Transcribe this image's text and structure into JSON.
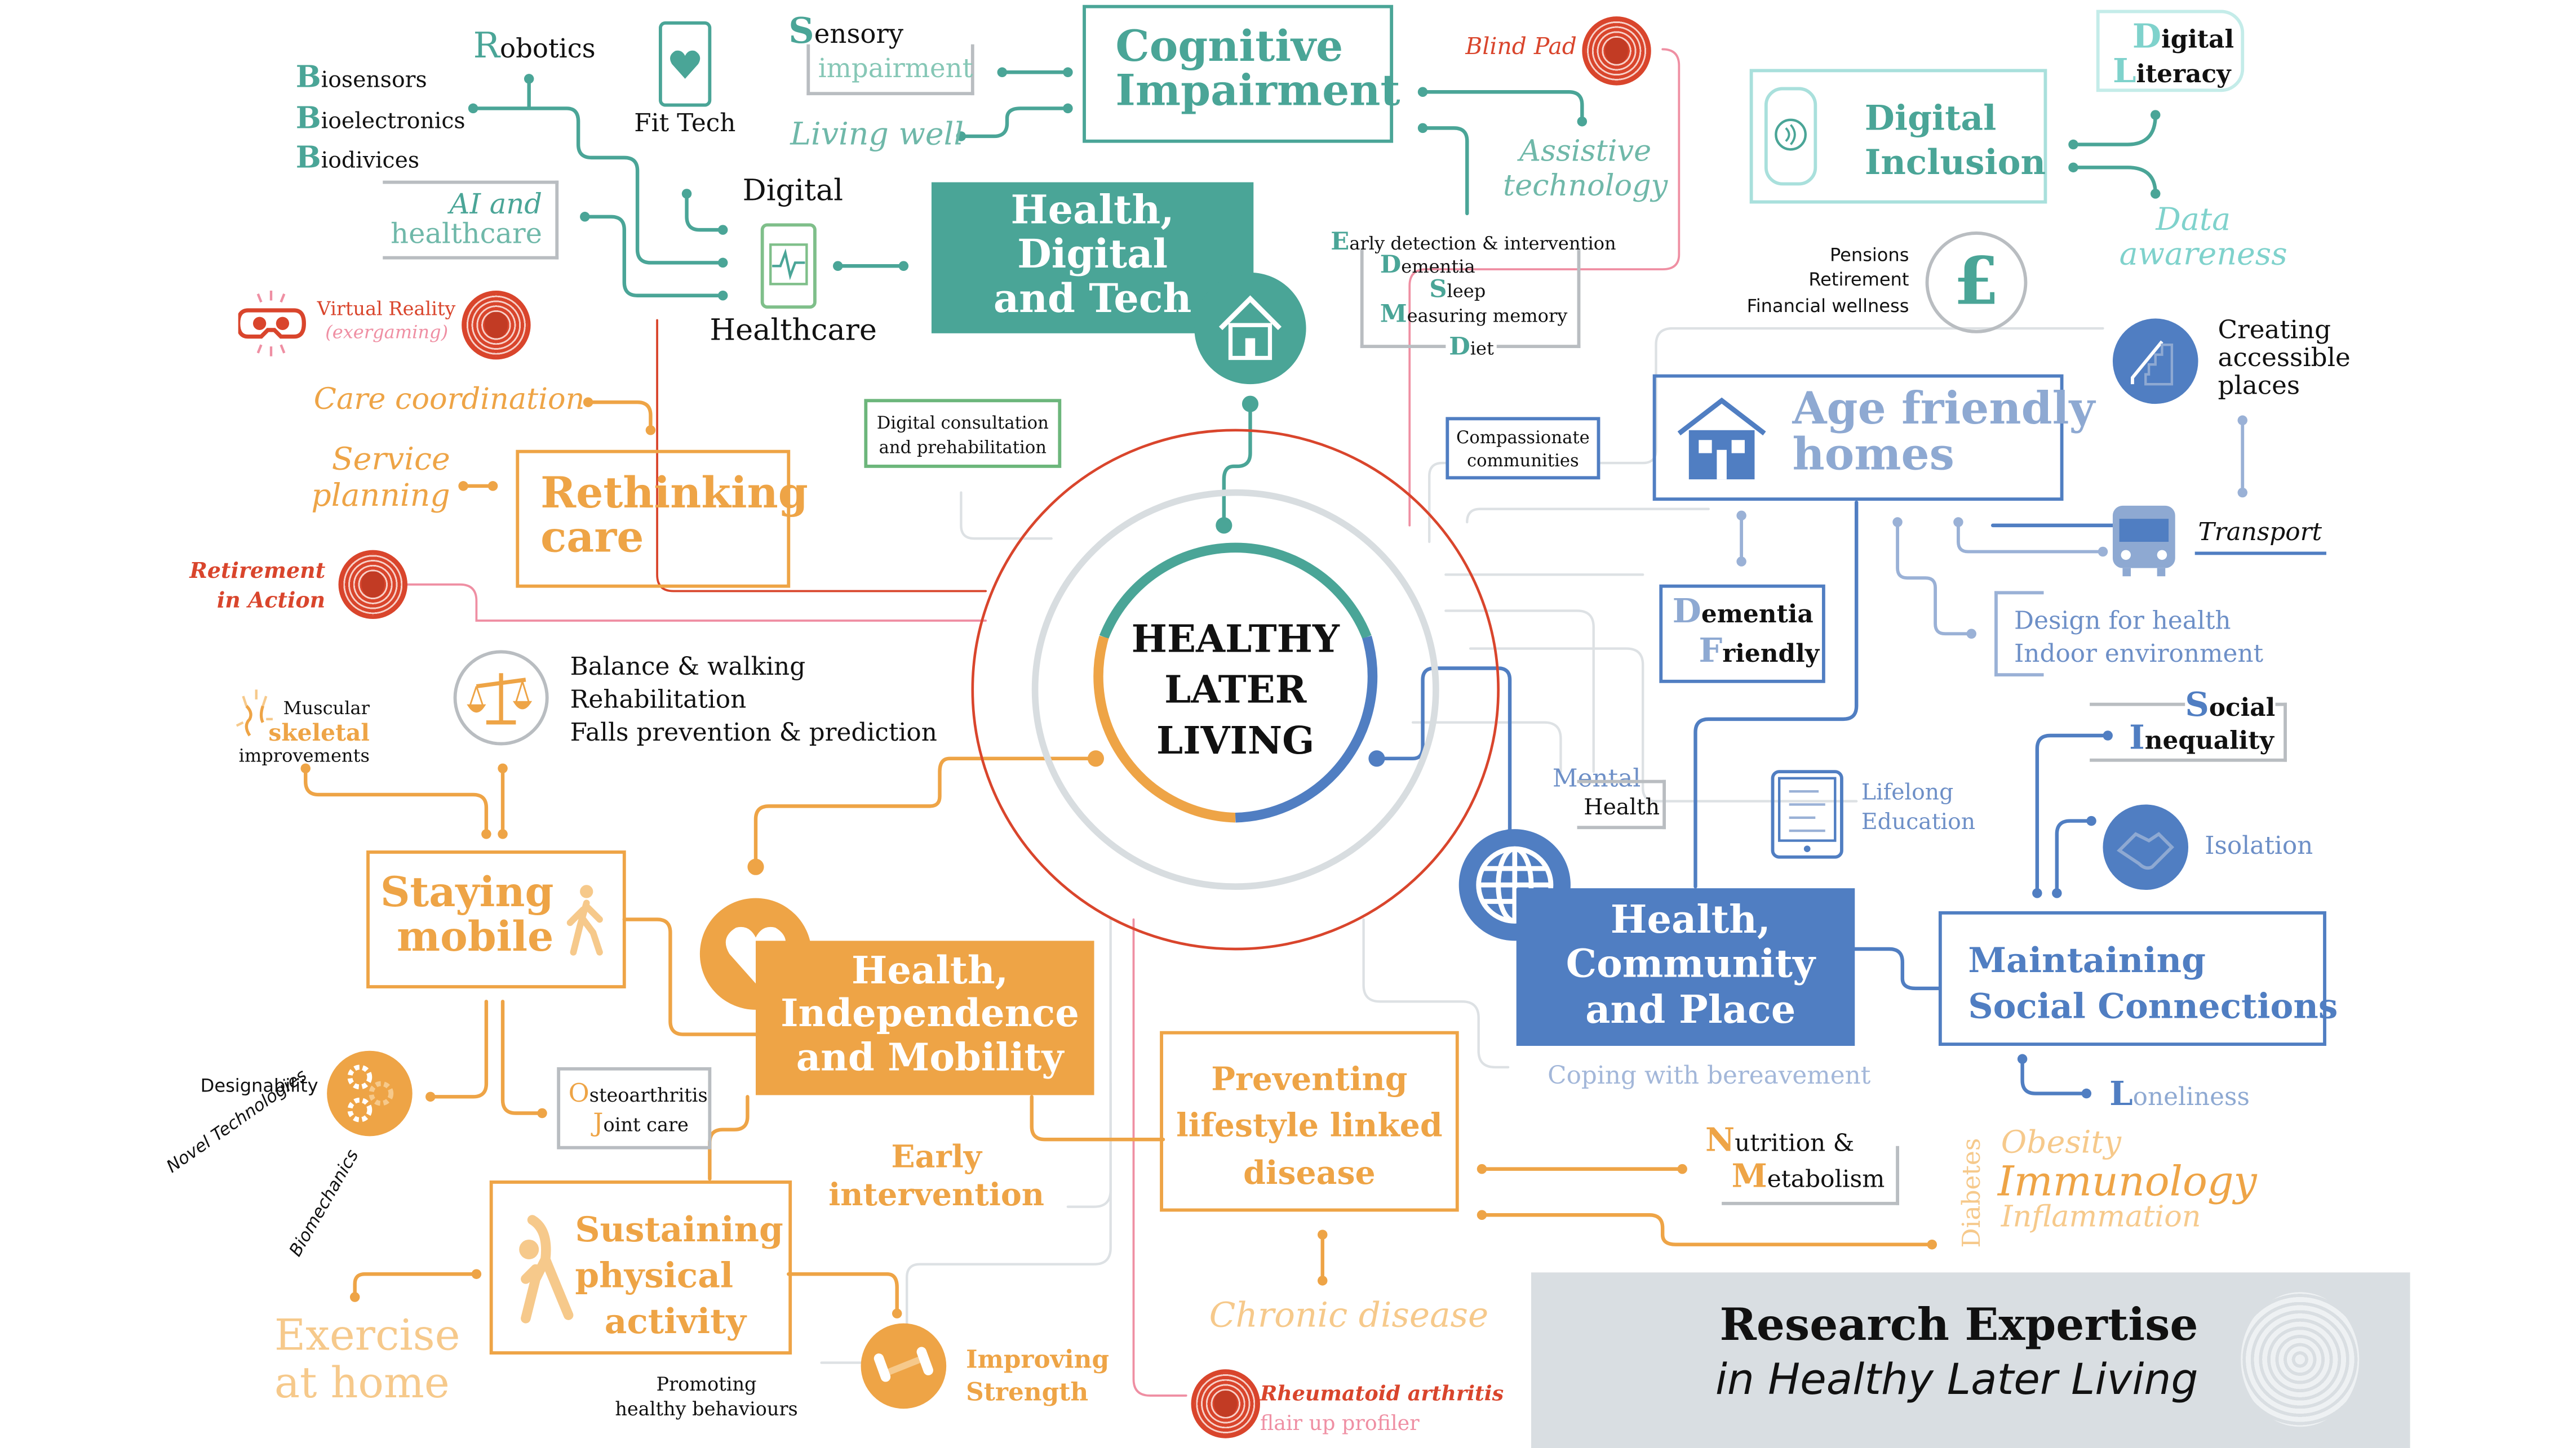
{
  "title": {
    "line1": "Research Expertise",
    "line2": "in Healthy Later Living"
  },
  "center": {
    "line1": "HEALTHY",
    "line2": "LATER",
    "line3": "LIVING"
  },
  "colors": {
    "digital_tech": "#4aa597",
    "independence": "#eea446",
    "community": "#507ec2",
    "rethinking": "#d9452c",
    "ring_grey": "#d8dde0",
    "panel_grey": "#d9dee2"
  },
  "themes": {
    "digital_tech": {
      "title_l1": "Health,",
      "title_l2": "Digital",
      "title_l3": "and Tech",
      "icon": "house-icon"
    },
    "independence": {
      "title_l1": "Health,",
      "title_l2": "Independence",
      "title_l3": "and Mobility",
      "icon": "heart-icon"
    },
    "community": {
      "title_l1": "Health,",
      "title_l2": "Community",
      "title_l3": "and Place",
      "icon": "globe-icon"
    }
  },
  "digital": {
    "robotics": {
      "initial": "R",
      "rest": "obotics"
    },
    "bio": [
      {
        "initial": "B",
        "rest": "iosensors"
      },
      {
        "initial": "B",
        "rest": "ioelectronics"
      },
      {
        "initial": "B",
        "rest": "iodivices"
      }
    ],
    "fit_tech": "Fit Tech",
    "digital_label": "Digital",
    "healthcare_label": "Healthcare",
    "ai_l1": "AI and",
    "ai_l2": "healthcare",
    "sensory": {
      "initial": "S",
      "rest": "ensory",
      "line2": "impairment"
    },
    "living_well": "Living well",
    "cognitive_l1": "Cognitive",
    "cognitive_l2": "Impairment",
    "blind_pad": "Blind Pad",
    "assistive_l1": "Assistive",
    "assistive_l2": "technology",
    "edmsd": [
      {
        "initial": "E",
        "rest": "arly detection & intervention"
      },
      {
        "initial": "D",
        "rest": "ementia"
      },
      {
        "initial": "S",
        "rest": "leep"
      },
      {
        "initial": "M",
        "rest": "easuring memory"
      },
      {
        "initial": "D",
        "rest": "iet"
      }
    ],
    "digital_inclusion_l1": "Digital",
    "digital_inclusion_l2": "Inclusion",
    "digital_literacy": {
      "i1": "D",
      "r1": "igital",
      "i2": "L",
      "r2": "iteracy"
    },
    "data_l1": "Data",
    "data_l2": "awareness",
    "finance": [
      "Pensions",
      "Retirement",
      "Financial wellness"
    ],
    "finance_icon": "£"
  },
  "rethinking": {
    "vr": "Virtual Reality",
    "vr_sub": "(exergaming)",
    "care_coordination": "Care coordination",
    "service_l1": "Service",
    "service_l2": "planning",
    "title_l1": "Rethinking",
    "title_l2": "care",
    "retirement_l1": "Retirement",
    "retirement_l2": "in Action",
    "digital_consultation_l1": "Digital consultation",
    "digital_consultation_l2": "and prehabilitation",
    "compassionate_l1": "Compassionate",
    "compassionate_l2": "communities",
    "rheumatoid_l1": "Rheumatoid arthritis",
    "rheumatoid_l2": "flair up profiler"
  },
  "independence": {
    "balance": [
      "Balance & walking",
      "Rehabilitation",
      "Falls prevention & prediction"
    ],
    "msk_l1": "Muscular",
    "msk_l2": "skeletal",
    "msk_l3": "improvements",
    "staying_l1": "Staying",
    "staying_l2": "mobile",
    "designability": "Designability",
    "novel_tech": "Novel Technologies",
    "biomechanics": "Biomechanics",
    "osteo": {
      "i1": "O",
      "r1": "steoarthritis",
      "i2": "J",
      "r2": "oint care"
    },
    "sustaining_l1": "Sustaining",
    "sustaining_l2": "physical",
    "sustaining_l3": "activity",
    "exercise_l1": "Exercise",
    "exercise_l2": "at home",
    "promoting_l1": "Promoting",
    "promoting_l2": "healthy behaviours",
    "improving_l1": "Improving",
    "improving_l2": "Strength",
    "early_l1": "Early",
    "early_l2": "intervention",
    "preventing_l1": "Preventing",
    "preventing_l2": "lifestyle linked",
    "preventing_l3": "disease",
    "chronic": "Chronic disease",
    "nutrition": {
      "i1": "N",
      "r1": "utrition &",
      "i2": "M",
      "r2": "etabolism"
    },
    "diabetes": "Diabetes",
    "obesity": "Obesity",
    "immunology": "Immunology",
    "inflammation": "Inflammation"
  },
  "community": {
    "creating": [
      "Creating",
      "accessible",
      "places"
    ],
    "age_l1": "Age friendly",
    "age_l2": "homes",
    "transport": "Transport",
    "dementia_friendly": {
      "i1": "D",
      "r1": "ementia",
      "i2": "F",
      "r2": "riendly"
    },
    "design_l1": "Design for health",
    "design_l2": "Indoor environment",
    "social": {
      "i1": "S",
      "r1": "ocial",
      "i2": "I",
      "r2": "nequality"
    },
    "mental_l1": "Mental",
    "mental_l2": "Health",
    "lifelong_l1": "Lifelong",
    "lifelong_l2": "Education",
    "isolation": "Isolation",
    "maintaining_l1": "Maintaining",
    "maintaining_l2": "Social Connections",
    "coping": "Coping with bereavement",
    "loneliness": {
      "initial": "L",
      "rest": "oneliness"
    }
  }
}
